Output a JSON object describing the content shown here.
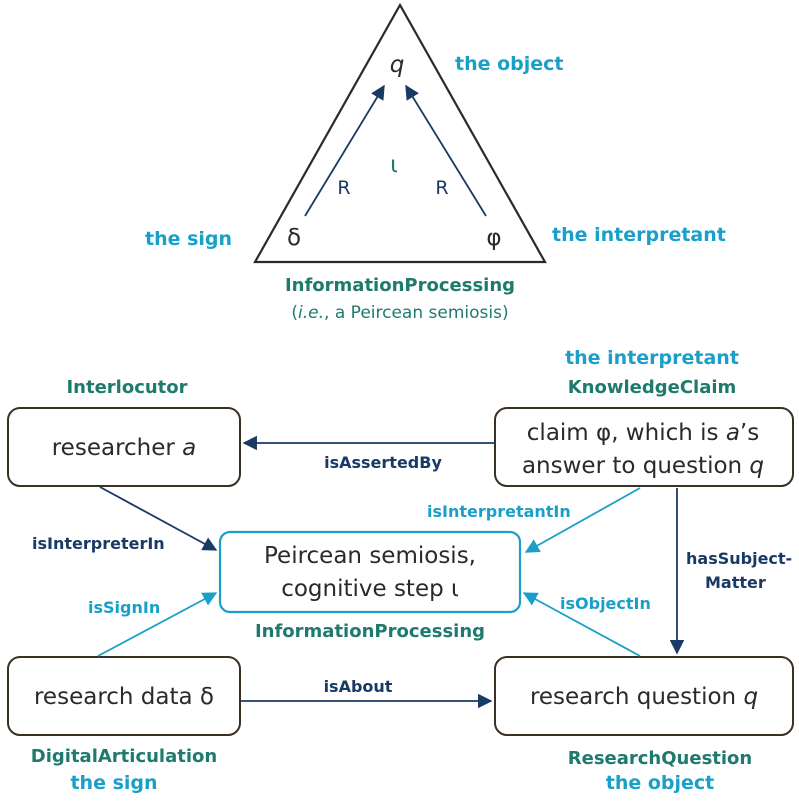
{
  "triangle": {
    "vertex_top": "q",
    "vertex_left": "δ",
    "vertex_right": "φ",
    "center": "ι",
    "edge_left_label": "R",
    "edge_right_label": "R",
    "label_object": "the object",
    "label_sign": "the sign",
    "label_interpretant": "the interpretant",
    "caption_title": "InformationProcessing",
    "caption_sub_italic": "i.e.",
    "caption_sub_rest": ", a Peircean semiosis)",
    "caption_sub_open": "("
  },
  "nodes": {
    "researcher": {
      "type": "Interlocutor",
      "text_plain": "researcher ",
      "text_italic": "a"
    },
    "claim": {
      "role": "the interpretant",
      "type": "KnowledgeClaim",
      "line1_plain": "claim φ, which is ",
      "line1_italic": "a",
      "line1_end": "’s",
      "line2_plain": "answer to question ",
      "line2_italic": "q"
    },
    "semiosis": {
      "type": "InformationProcessing",
      "line1": "Peircean semiosis,",
      "line2": "cognitive step ι"
    },
    "data": {
      "type": "DigitalArticulation",
      "role": "the sign",
      "text": "research data δ"
    },
    "question": {
      "type": "ResearchQuestion",
      "role": "the object",
      "text_plain": "research question ",
      "text_italic": "q"
    }
  },
  "edges": {
    "isAssertedBy": "isAssertedBy",
    "isInterpreterIn": "isInterpreterIn",
    "isInterpretantIn": "isInterpretantIn",
    "hasSubjectMatter_1": "hasSubject-",
    "hasSubjectMatter_2": "Matter",
    "isSignIn": "isSignIn",
    "isObjectIn": "isObjectIn",
    "isAbout": "isAbout"
  },
  "colors": {
    "cyan": "#1aa0c8",
    "green": "#1f7a6e",
    "navy": "#1a3a66",
    "box_border": "#3a3024"
  }
}
